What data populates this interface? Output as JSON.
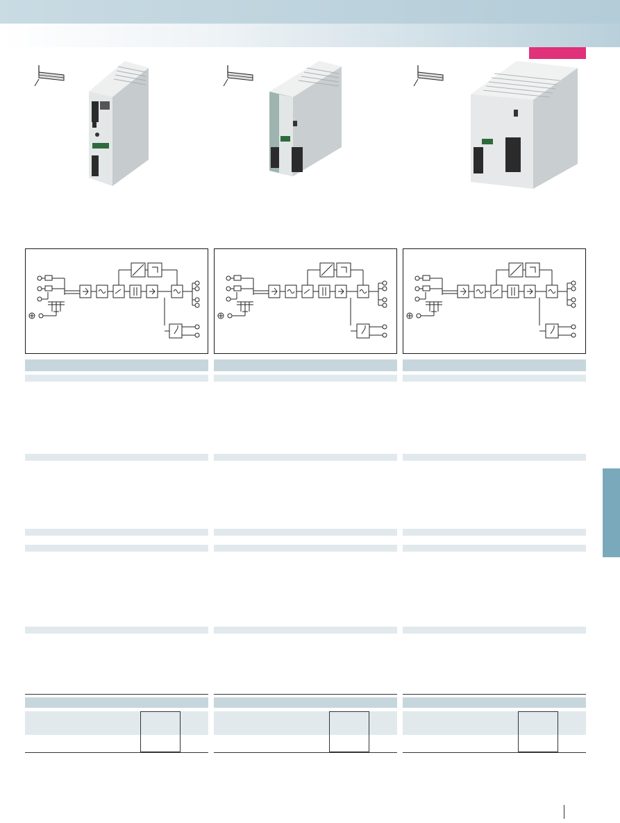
{
  "page": {
    "header_band_color": "#bcd2dc",
    "highlight_badge_color": "#e0317a",
    "side_tab_color": "#7aa9bb",
    "table_header_color": "#c7d6dd",
    "table_row_color": "#e1e9ed"
  },
  "columns": [
    {
      "product": "power-supply-slim",
      "diagram": "block-diagram-with-relay-contact"
    },
    {
      "product": "power-supply-medium",
      "diagram": "block-diagram-with-relay-contact"
    },
    {
      "product": "power-supply-wide",
      "diagram": "block-diagram-with-relay-contact"
    }
  ],
  "icons": {
    "din_rail": "din-rail-icon",
    "ground": "protective-earth-icon"
  }
}
